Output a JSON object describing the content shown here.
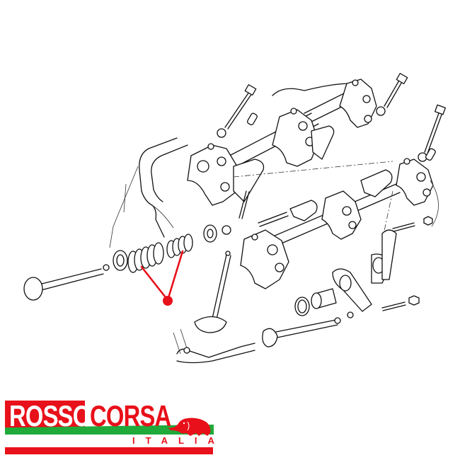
{
  "diagram": {
    "subject": "Exploded view of engine valve train — rocker shafts, rocker arms, valves, valve springs",
    "callout": {
      "target": "valve-springs",
      "color": "#e8101a",
      "dot": [
        237,
        424
      ],
      "line_ends": [
        [
          200,
          377
        ],
        [
          258,
          355
        ]
      ]
    },
    "line_color": "#111111",
    "background": "#ffffff"
  },
  "logo": {
    "word1": "ROSSO",
    "word2": "CORSA",
    "subtitle": "ITALIA",
    "mascot_icon": "elephant-icon",
    "colors": {
      "red": "#e8101a",
      "green": "#1faa3a",
      "white": "#ffffff"
    }
  }
}
